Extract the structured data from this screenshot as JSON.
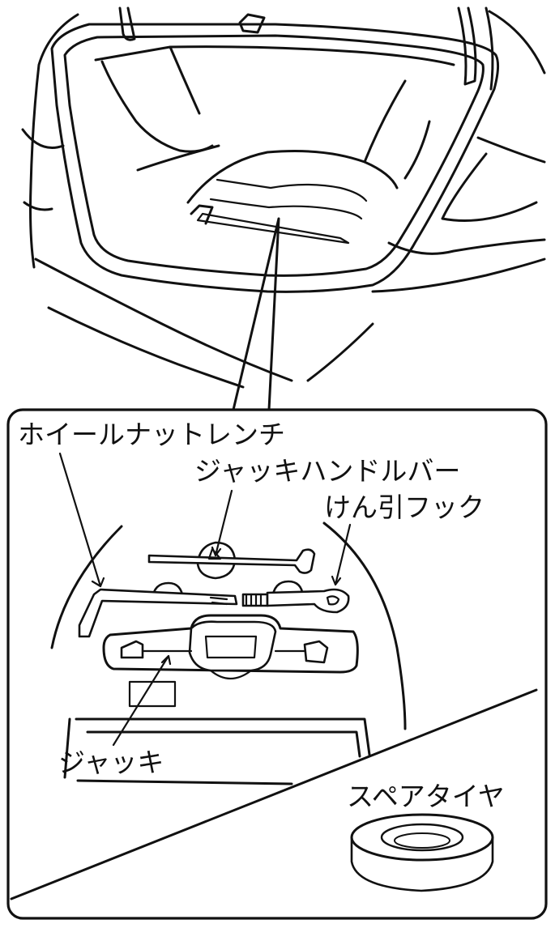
{
  "labels": {
    "wheel_nut_wrench": "ホイールナットレンチ",
    "jack_handle_bar": "ジャッキハンドルバー",
    "tow_hook": "けん引フック",
    "jack": "ジャッキ",
    "spare_tire": "スペアタイヤ"
  },
  "colors": {
    "line": "#111111",
    "background": "#ffffff"
  }
}
